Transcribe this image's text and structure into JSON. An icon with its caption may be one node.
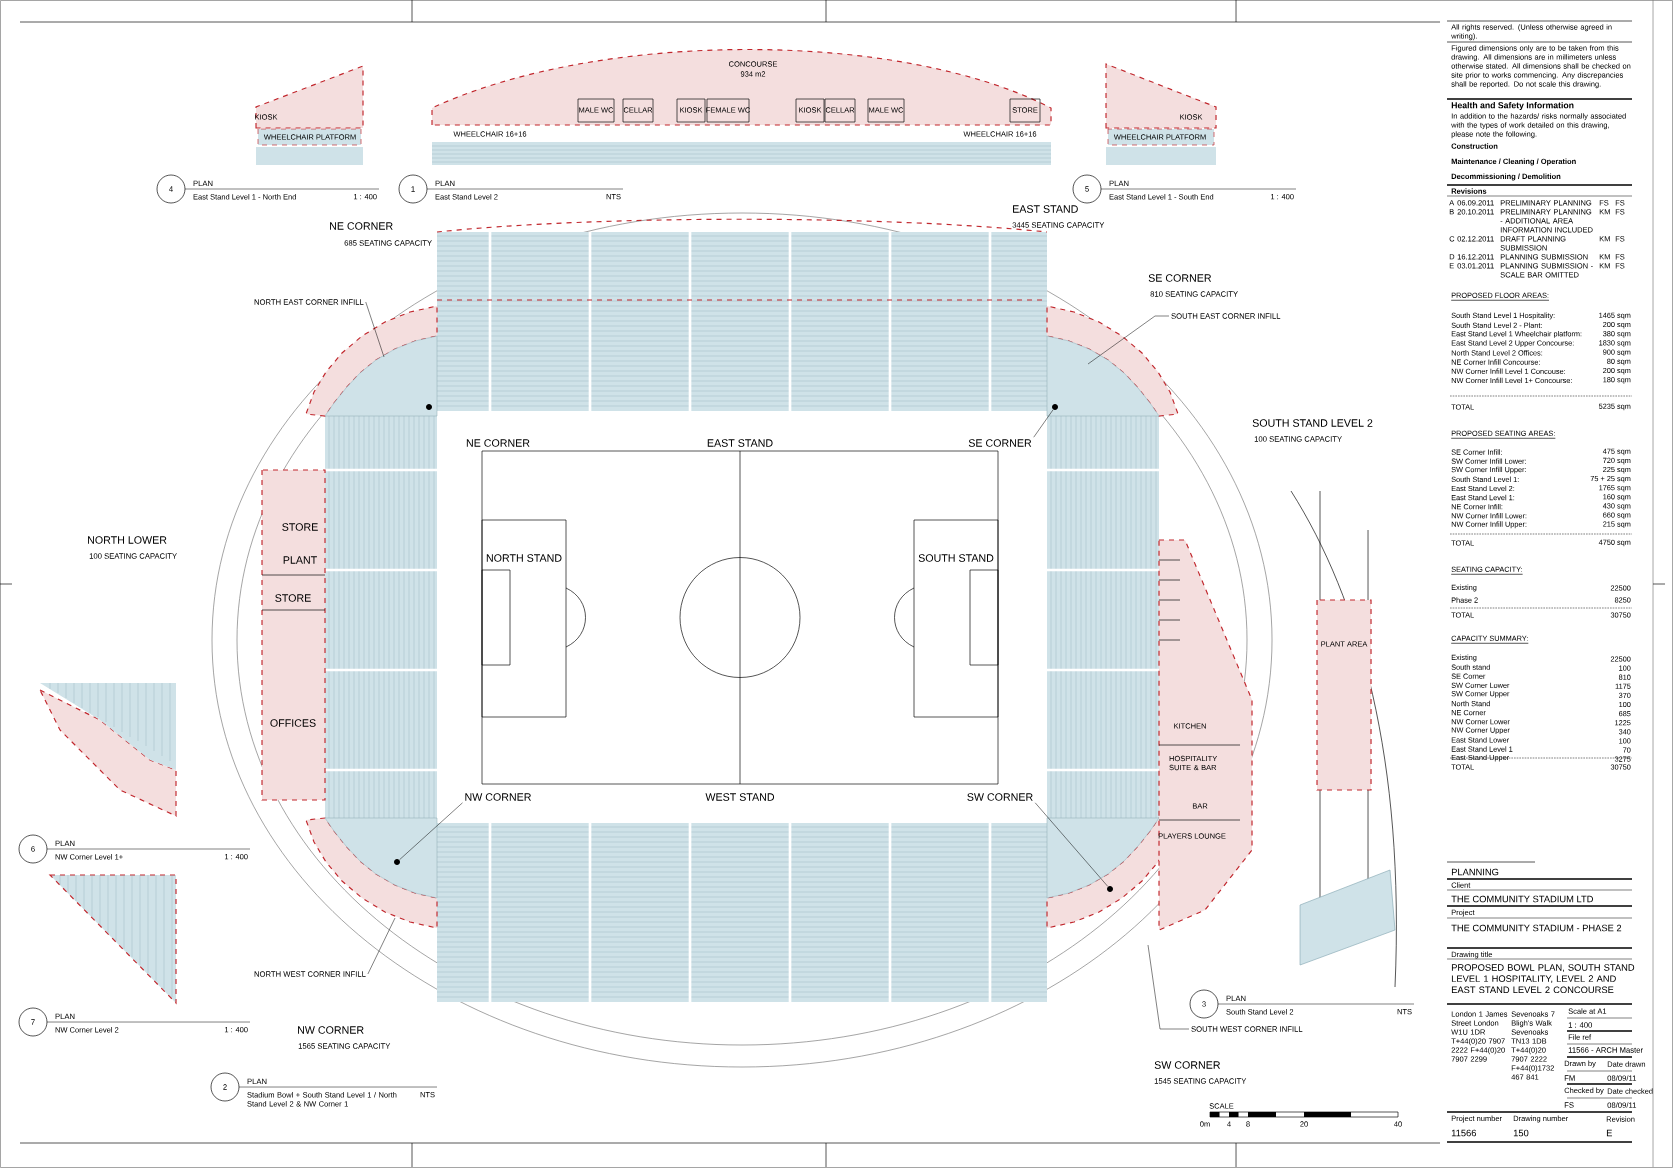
{
  "diagram": {
    "nodes": [
      {
        "text": [
          "4",
          "PLAN",
          "East Stand Level 1 - North End",
          "1 : 400"
        ]
      },
      {
        "text": [
          "1",
          "PLAN",
          "East Stand Level 2",
          "NTS"
        ]
      },
      {
        "text": [
          "5",
          "PLAN",
          "East Stand Level 1 - South End",
          "1 : 400"
        ]
      },
      {
        "text": [
          "NORTH EAST CORNER INFILL"
        ]
      },
      {
        "text": [
          "SOUTH EAST CORNER INFILL"
        ]
      },
      {
        "text": [
          "SE CORNER"
        ]
      },
      {
        "text": [
          "NW CORNER"
        ]
      },
      {
        "text": [
          "SW CORNER"
        ]
      },
      {
        "text": [
          "6",
          "PLAN",
          "NW Corner Level 1+",
          "1 : 400"
        ]
      },
      {
        "text": [
          "NORTH WEST CORNER INFILL"
        ]
      },
      {
        "text": [
          "7",
          "PLAN",
          "NW Corner Level 2",
          "1 : 400"
        ]
      },
      {
        "text": [
          "3",
          "PLAN",
          "South Stand Level 2",
          "NTS"
        ]
      },
      {
        "text": [
          "SOUTH WEST CORNER INFILL"
        ]
      },
      {
        "text": [
          "2",
          "PLAN",
          "Stadium Bowl + South Stand Level 1 / North Stand Level 2 & NW Corner 1",
          "NTS"
        ]
      },
      {
        "text": [],
        "shape": "circle"
      },
      {
        "text": [],
        "shape": "circle"
      },
      {
        "text": [],
        "shape": "circle"
      }
    ],
    "edges": [
      {
        "from": 3,
        "to": null,
        "arrow": "none"
      },
      {
        "from": 4,
        "to": null,
        "arrow": "none"
      },
      {
        "from": 5,
        "to": 14,
        "arrow": "none"
      },
      {
        "from": 6,
        "to": 15,
        "arrow": "none"
      },
      {
        "from": 7,
        "to": 16,
        "arrow": "none"
      },
      {
        "from": 9,
        "to": null,
        "arrow": "none"
      },
      {
        "from": 12,
        "to": null,
        "arrow": "none"
      }
    ],
    "labels": [
      "CONCOURSE",
      "934 m2",
      "KIOSK",
      "WHEELCHAIR PLATFORM",
      "MALE WC",
      "CELLAR",
      "KIOSK",
      "FEMALE WC",
      "KIOSK",
      "CELLAR",
      "MALE WC",
      "STORE",
      "WHEELCHAIR 16+16",
      "WHEELCHAIR 16+16",
      "KIOSK",
      "WHEELCHAIR PLATFORM",
      "NE CORNER",
      "685 SEATING CAPACITY",
      "EAST STAND",
      "3445 SEATING CAPACITY",
      "SE CORNER",
      "810 SEATING CAPACITY",
      "SOUTH STAND LEVEL 2",
      "100 SEATING CAPACITY",
      "NORTH LOWER",
      "100 SEATING CAPACITY",
      "NE CORNER",
      "EAST STAND",
      "NORTH STAND",
      "SOUTH STAND",
      "WEST STAND",
      "STORE",
      "PLANT",
      "STORE",
      "OFFICES",
      "KITCHEN",
      "HOSPITALITY SUITE & BAR",
      "BAR",
      "PLAYERS LOUNGE",
      "PLANT AREA",
      "NW CORNER",
      "1565 SEATING CAPACITY",
      "SW CORNER",
      "1545 SEATING CAPACITY",
      "SCALE",
      "0m",
      "4",
      "8",
      "20",
      "40",
      "All rights reserved. (Unless otherwise agreed in writing).",
      "Figured dimensions only are to be taken from this drawing. All dimensions are in millimeters unless otherwise stated. All dimensions shall be checked on site prior to works commencing. Any discrepancies shall be reported. Do not scale this drawing.",
      "Health and Safety Information",
      "In addition to the hazards/ risks normally associated with the types of work detailed on this drawing, please note the following.",
      "Construction",
      "Maintenance / Cleaning / Operation",
      "Decommissioning / Demolition",
      "Revisions",
      "A",
      "06.09.2011",
      "PRELIMINARY PLANNING",
      "FS",
      "FS",
      "B",
      "20.10.2011",
      "PRELIMINARY PLANNING - ADDITIONAL AREA INFORMATION INCLUDED",
      "KM",
      "FS",
      "C",
      "02.12.2011",
      "DRAFT PLANNING SUBMISSION",
      "KM",
      "FS",
      "D",
      "16.12.2011",
      "PLANNING SUBMISSION",
      "KM",
      "FS",
      "E",
      "03.01.2011",
      "PLANNING SUBMISSION - SCALE BAR OMITTED",
      "KM",
      "FS",
      "PROPOSED FLOOR AREAS:",
      "South Stand Level 1 Hospitality:",
      "1465 sqm",
      "South Stand Level 2 - Plant:",
      "200 sqm",
      "East Stand Level 1 Wheelchair platform:",
      "380 sqm",
      "East Stand Level 2 Upper Concourse:",
      "1830 sqm",
      "North Stand Level 2 Offices:",
      "900 sqm",
      "NE Corner Infill Concourse:",
      "80 sqm",
      "NW Corner Infill Level 1 Concouse:",
      "200 sqm",
      "NW Corner Infill Level 1+ Concourse:",
      "180 sqm",
      "TOTAL",
      "5235 sqm",
      "PROPOSED SEATING AREAS:",
      "SE Corner Infill:",
      "475 sqm",
      "SW Corner Infill Lower:",
      "720 sqm",
      "SW Corner Infill Upper:",
      "225 sqm",
      "South Stand Level 1:",
      "75 + 25 sqm",
      "East Stand Level 2:",
      "1765 sqm",
      "East Stand Level 1:",
      "160 sqm",
      "NE Corner Infill:",
      "430 sqm",
      "NW Corner Infill Lower:",
      "660 sqm",
      "NW Corner Infill Upper:",
      "215 sqm",
      "TOTAL",
      "4750 sqm",
      "SEATING CAPACITY:",
      "Existing",
      "22500",
      "Phase 2",
      "8250",
      "TOTAL",
      "30750",
      "CAPACITY SUMMARY:",
      "Existing",
      "22500",
      "South stand",
      "100",
      "SE Corner",
      "810",
      "SW Corner Lower",
      "1175",
      "SW Corner Upper",
      "370",
      "North Stand",
      "100",
      "NE Corner",
      "685",
      "NW Corner Lower",
      "1225",
      "NW Corner Upper",
      "340",
      "East Stand Lower",
      "100",
      "East Stand Level 1",
      "70",
      "East Stand Upper",
      "3275",
      "TOTAL",
      "30750",
      "PLANNING",
      "Client",
      "THE COMMUNITY STADIUM LTD",
      "Project",
      "THE COMMUNITY STADIUM - PHASE 2",
      "Drawing title",
      "PROPOSED BOWL PLAN, SOUTH STAND LEVEL 1 HOSPITALITY, LEVEL 2 AND EAST STAND LEVEL 2 CONCOURSE",
      "Scale at A1",
      "1 : 400",
      "File ref",
      "11566 - ARCH Master",
      "Drawn by",
      "Date drawn",
      "FM",
      "08/09/11",
      "Checked by",
      "Date checked",
      "FS",
      "08/09/11",
      "London 1 James Street London W1U 1DR T+44(0)20 7907 2222 F+44(0)20 7907 2299",
      "Sevenoaks 7 Bligh's Walk Sevenoaks TN13 1DB T+44(0)20 7907 2222 F+44(0)1732 467 841",
      "Project number",
      "Drawing number",
      "Revision",
      "11566",
      "150",
      "E"
    ]
  }
}
